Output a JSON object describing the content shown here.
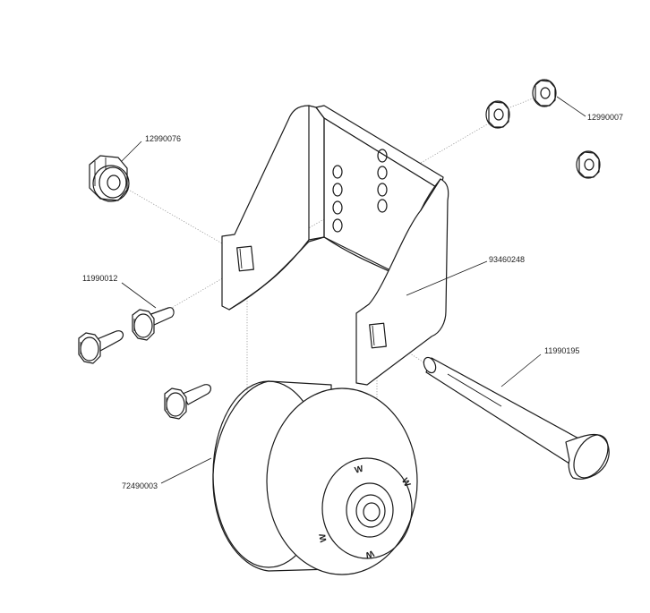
{
  "diagram": {
    "parts": {
      "nut_left": "12990076",
      "nut_right": "12990007",
      "bolt": "11990012",
      "bracket": "93460248",
      "axle_bolt": "11990195",
      "wheel": "72490003"
    },
    "wheel_marks": [
      "W",
      "W",
      "W",
      "W"
    ]
  }
}
